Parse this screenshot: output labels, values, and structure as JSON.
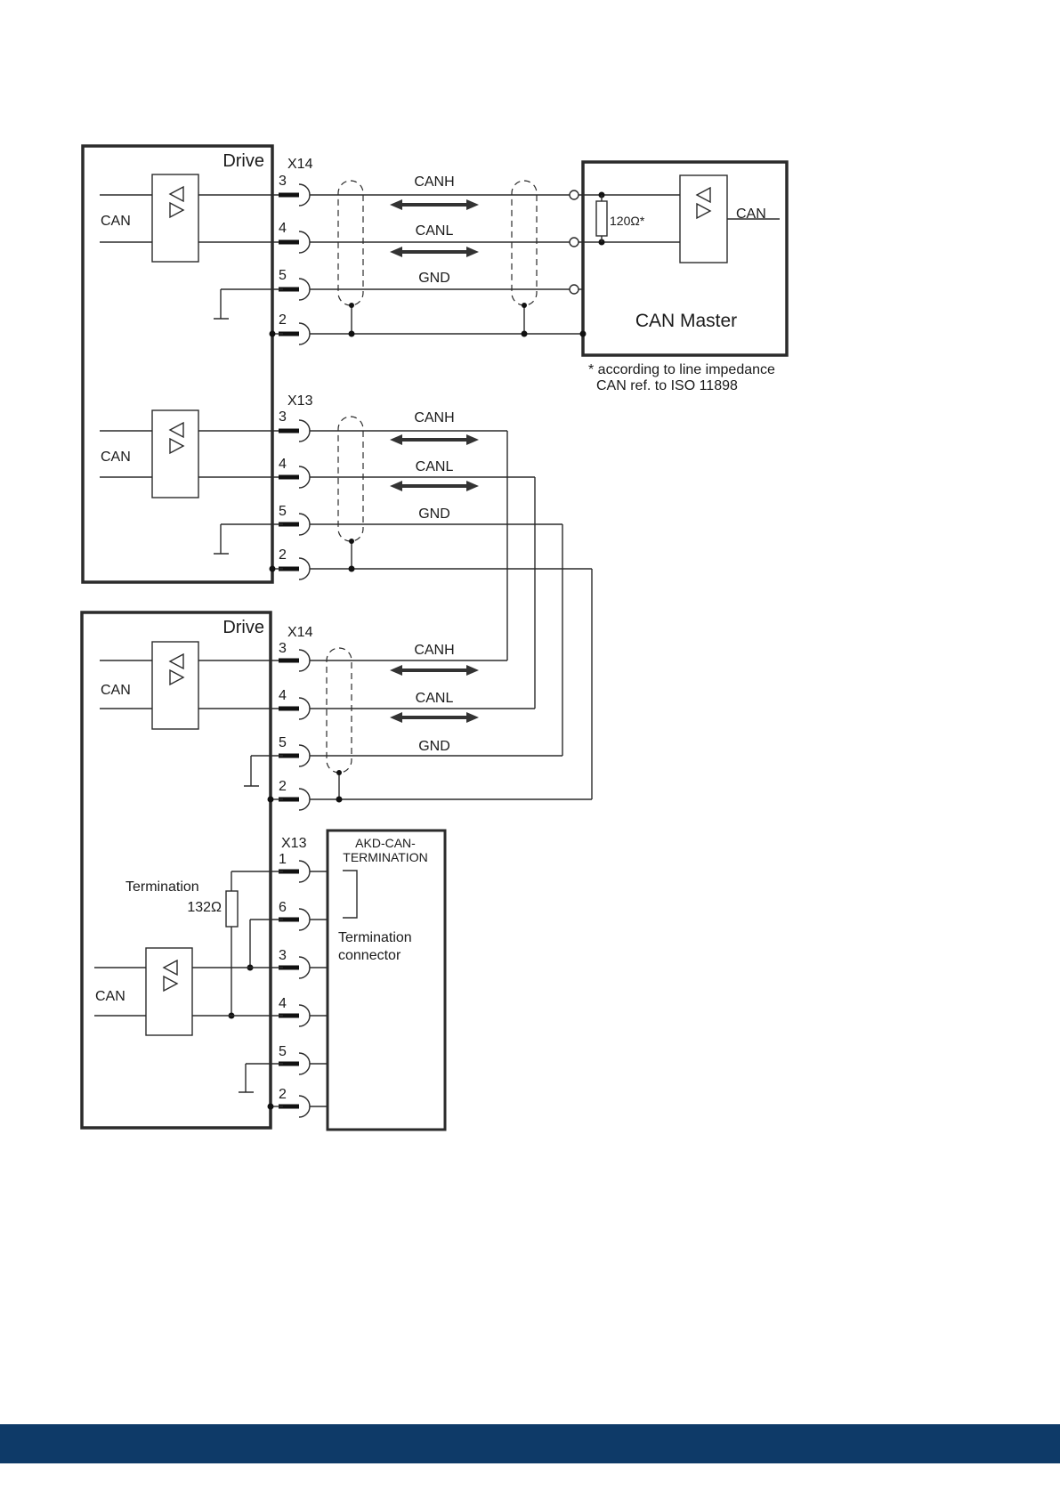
{
  "colors": {
    "footer": "#0e3a68",
    "line": "#2b2b2b"
  },
  "drive1": {
    "title": "Drive",
    "can_label_top": "CAN",
    "can_label_bottom": "CAN",
    "x14": {
      "label": "X14",
      "pins": [
        "3",
        "4",
        "5",
        "2"
      ]
    },
    "x13": {
      "label": "X13",
      "pins": [
        "3",
        "4",
        "5",
        "2"
      ]
    }
  },
  "signals": {
    "canh": "CANH",
    "canl": "CANL",
    "gnd": "GND"
  },
  "master": {
    "title": "CAN Master",
    "resistor": "120Ω*",
    "can_label": "CAN",
    "note_line1": "* according to line impedance",
    "note_line2": "CAN ref. to ISO 11898"
  },
  "drive2": {
    "title": "Drive",
    "can_label_top": "CAN",
    "can_label_bottom": "CAN",
    "x14": {
      "label": "X14",
      "pins": [
        "3",
        "4",
        "5",
        "2"
      ]
    },
    "x13": {
      "label": "X13",
      "pins": [
        "1",
        "6",
        "3",
        "4",
        "5",
        "2"
      ]
    },
    "termination_label": "Termination",
    "termination_value": "132Ω"
  },
  "terminator": {
    "title_line1": "AKD-CAN-",
    "title_line2": "TERMINATION",
    "desc_line1": "Termination",
    "desc_line2": "connector"
  }
}
